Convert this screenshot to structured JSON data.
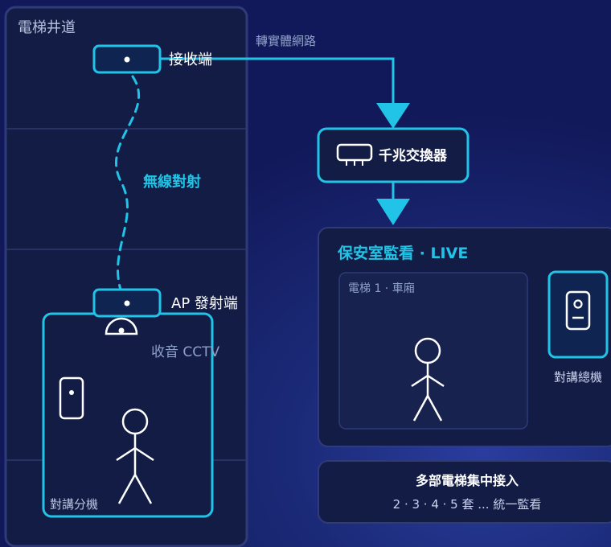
{
  "shaft": {
    "title": "電梯井道"
  },
  "receiver": {
    "label": "接收端"
  },
  "ethernet": {
    "label": "轉實體網路"
  },
  "wireless": {
    "label": "無線對射"
  },
  "switch": {
    "label": "千兆交換器"
  },
  "ap": {
    "label": "AP 發射端"
  },
  "cctv": {
    "label": "收音 CCTV"
  },
  "intercom_extension": {
    "label": "對講分機"
  },
  "security": {
    "title": "保安室監看 · LIVE",
    "feed_label": "電梯 1 · 車廂",
    "master_label": "對講總機"
  },
  "multi": {
    "title": "多部電梯集中接入",
    "subtitle": "2 · 3 · 4 · 5 套 ... 統一監看"
  },
  "colors": {
    "accent": "#21c4e6",
    "panel": "#131c45",
    "panel_border": "#2d3a7a"
  }
}
